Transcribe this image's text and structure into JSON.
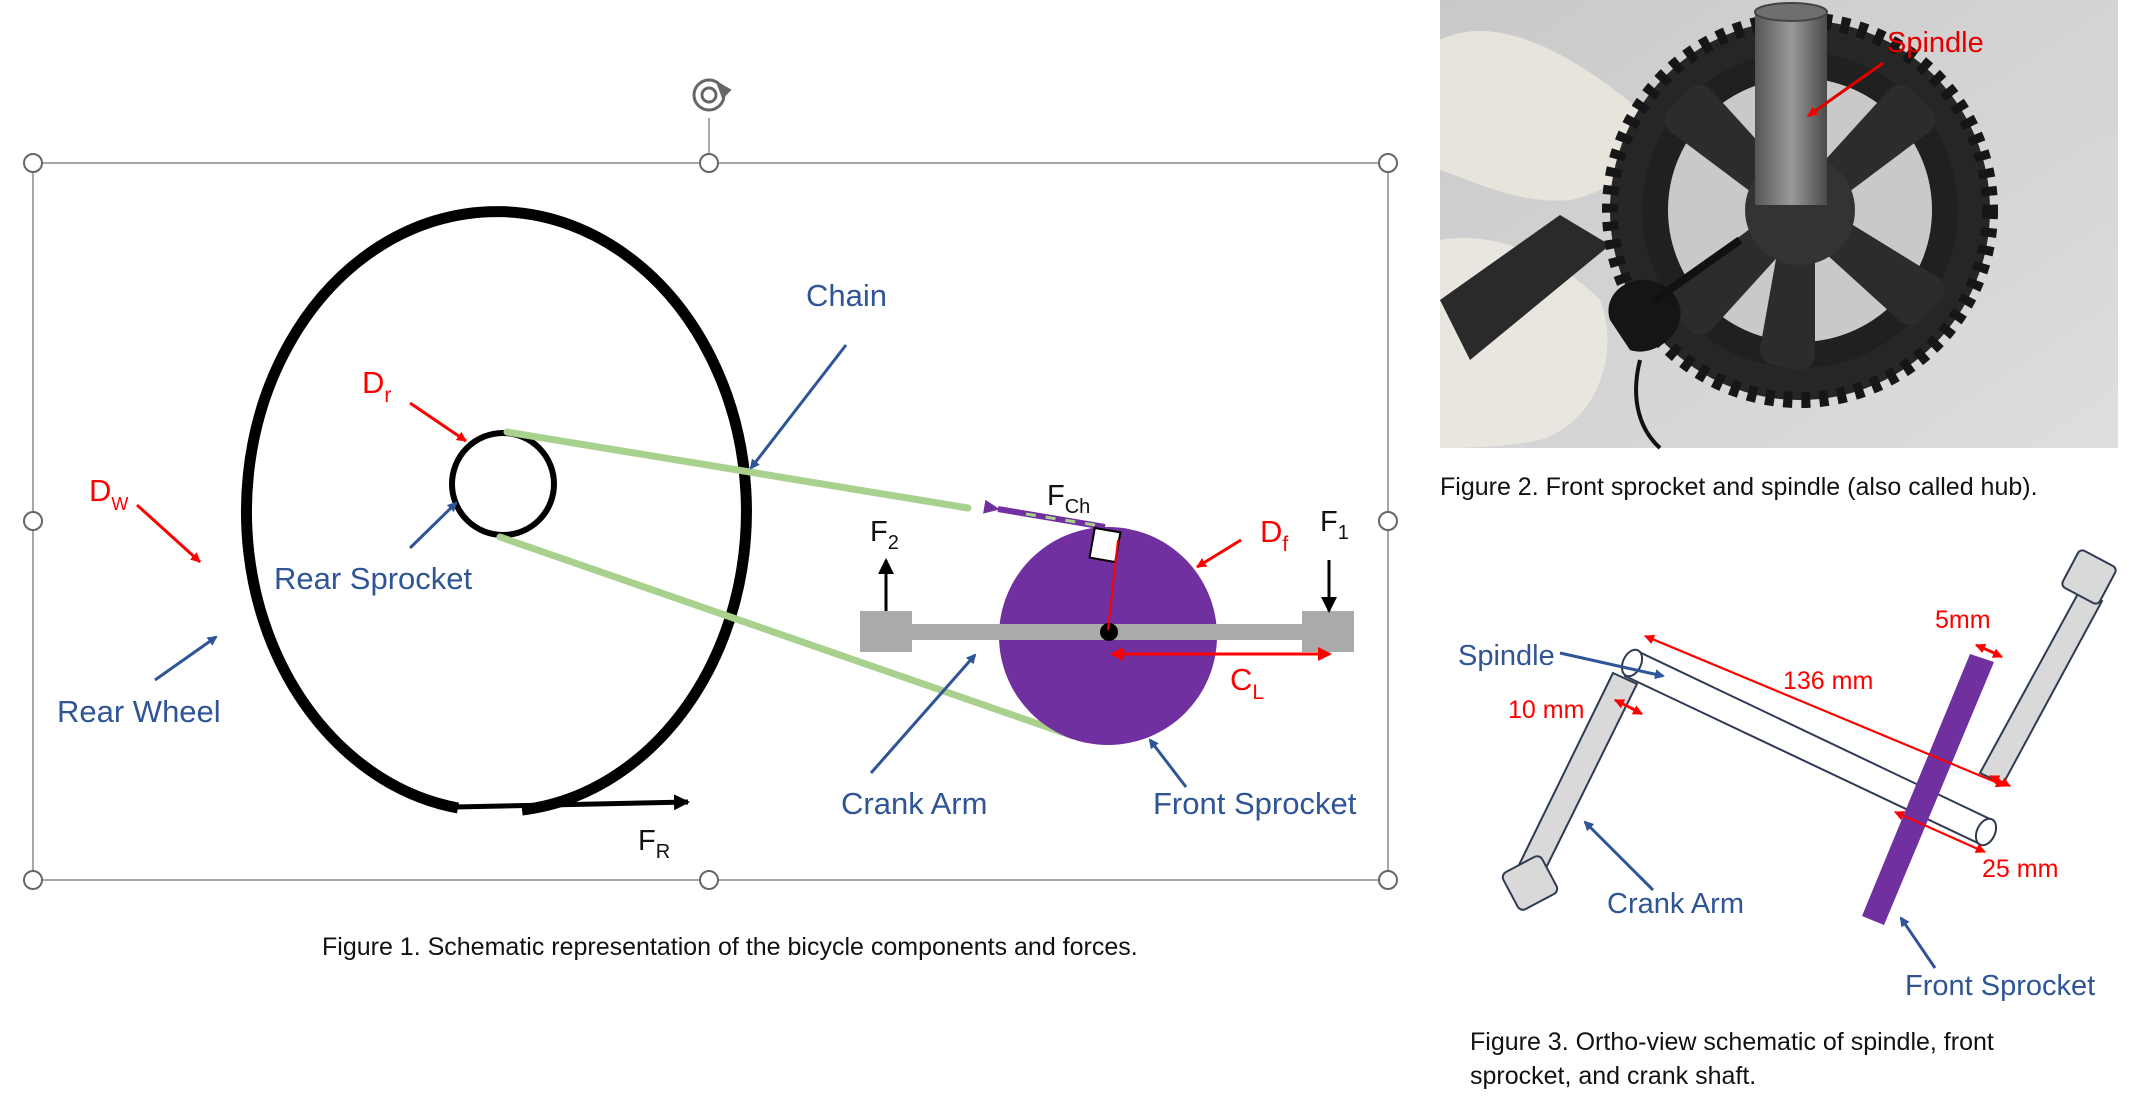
{
  "figure1": {
    "labels": {
      "chain": "Chain",
      "dr_main": "D",
      "dr_sub": "r",
      "dw_main": "D",
      "dw_sub": "W",
      "rear_sprocket": "Rear Sprocket",
      "rear_wheel": "Rear Wheel",
      "fch_main": "F",
      "fch_sub": "Ch",
      "f2_main": "F",
      "f2_sub": "2",
      "f1_main": "F",
      "f1_sub": "1",
      "df_main": "D",
      "df_sub": "f",
      "cl_main": "C",
      "cl_sub": "L",
      "crank_arm": "Crank Arm",
      "front_sprocket": "Front Sprocket",
      "fr_main": "F",
      "fr_sub": "R"
    },
    "caption": "Figure 1. Schematic representation of the bicycle components and forces."
  },
  "figure2": {
    "label_spindle": "Spindle",
    "caption": "Figure 2. Front sprocket and spindle (also called hub)."
  },
  "figure3": {
    "labels": {
      "spindle": "Spindle",
      "d10": "10 mm",
      "d136": "136 mm",
      "d5": "5mm",
      "d25": "25 mm",
      "crank_arm": "Crank Arm",
      "front_sprocket": "Front Sprocket"
    },
    "caption": "Figure 3. Ortho-view schematic of spindle, front sprocket, and crank shaft."
  },
  "colors": {
    "label_blue": "#2f5597",
    "label_red": "#ff0000",
    "chain_green": "#a9d18e",
    "sprocket_purple": "#7030a0",
    "crank_gray": "#aaaaaa"
  }
}
